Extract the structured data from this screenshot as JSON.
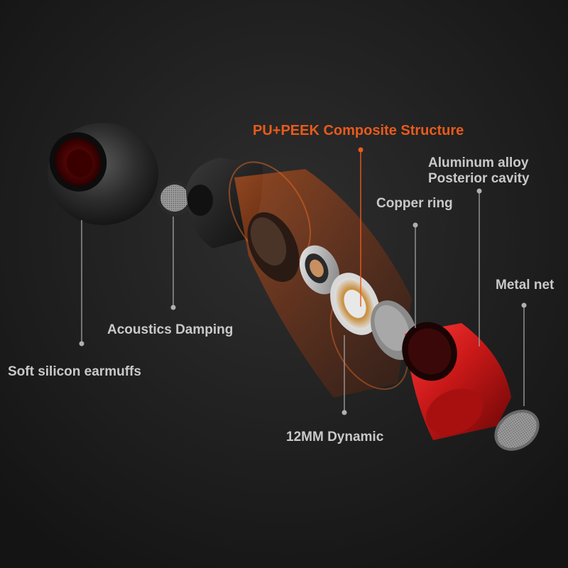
{
  "colors": {
    "background": "#1e1e1e",
    "label_text": "#c9c9c9",
    "accent": "#e85b1b",
    "housing_red": "#c81818",
    "shell_black": "#1a1a1a"
  },
  "labels": {
    "composite_structure": "PU+PEEK Composite Structure",
    "aluminum_alloy_line1": "Aluminum alloy",
    "aluminum_alloy_line2": "Posterior cavity",
    "copper_ring": "Copper ring",
    "metal_net": "Metal net",
    "acoustics_damping": "Acoustics Damping",
    "soft_silicon_earmuffs": "Soft silicon earmuffs",
    "dynamic_driver": "12MM Dynamic"
  }
}
